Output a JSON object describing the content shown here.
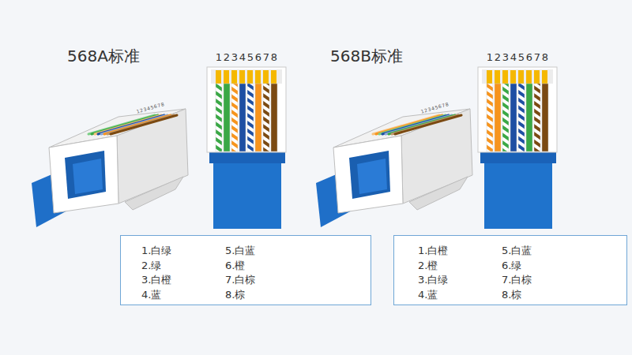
{
  "diagram": {
    "nodes": [
      {
        "text": [
          "1.白绿",
          "2.绿",
          "3.白橙",
          "4.蓝",
          "5.白蓝",
          "6.橙",
          "7.白棕",
          "8.棕"
        ]
      },
      {
        "text": [
          "1.白橙",
          "2.橙",
          "3.白绿",
          "4.蓝",
          "5.白蓝",
          "6.绿",
          "7.白棕",
          "8.棕"
        ]
      }
    ],
    "labels": [
      "568A标准",
      "1",
      "2",
      "3",
      "4",
      "5",
      "6",
      "7",
      "8",
      "12345678",
      "568B标准",
      "1",
      "2",
      "3",
      "4",
      "5",
      "6",
      "7",
      "8",
      "12345678"
    ]
  }
}
